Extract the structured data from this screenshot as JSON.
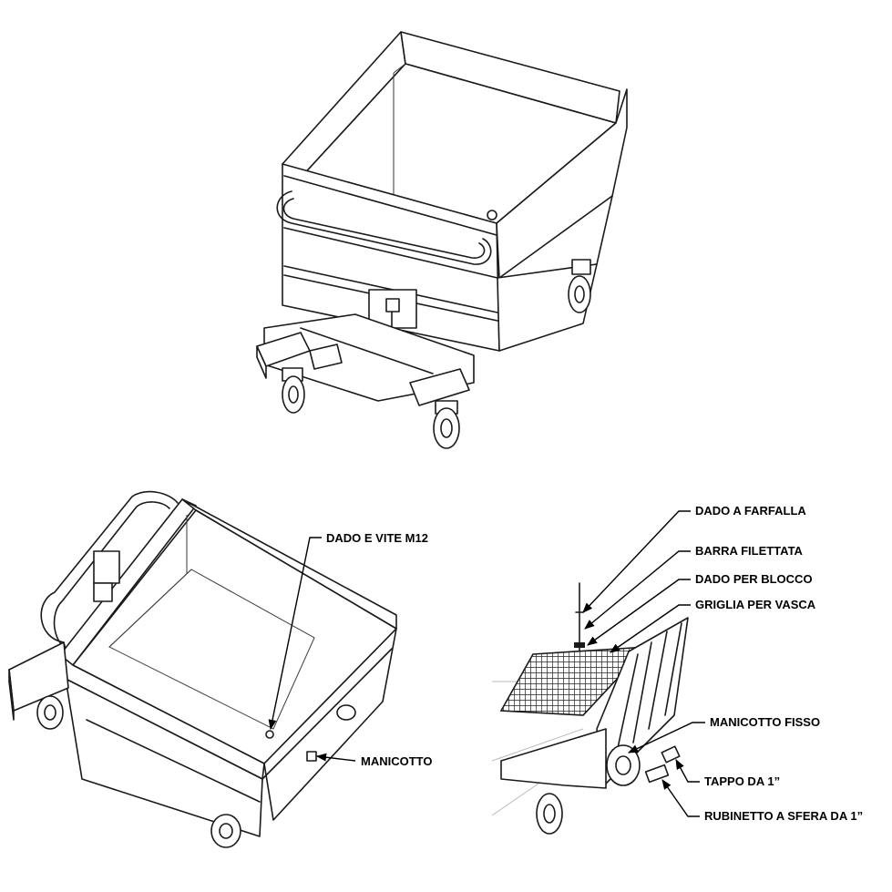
{
  "labels": {
    "dado_e_vite": "DADO E VITE M12",
    "manicotto": "MANICOTTO",
    "dado_a_farfalla": "DADO A FARFALLA",
    "barra_filettata": "BARRA FILETTATA",
    "dado_per_blocco": "DADO PER BLOCCO",
    "griglia_per_vasca": "GRIGLIA PER VASCA",
    "manicotto_fisso": "MANICOTTO FISSO",
    "tappo": "TAPPO DA 1”",
    "rubinetto": "RUBINETTO A SFERA DA 1”"
  }
}
